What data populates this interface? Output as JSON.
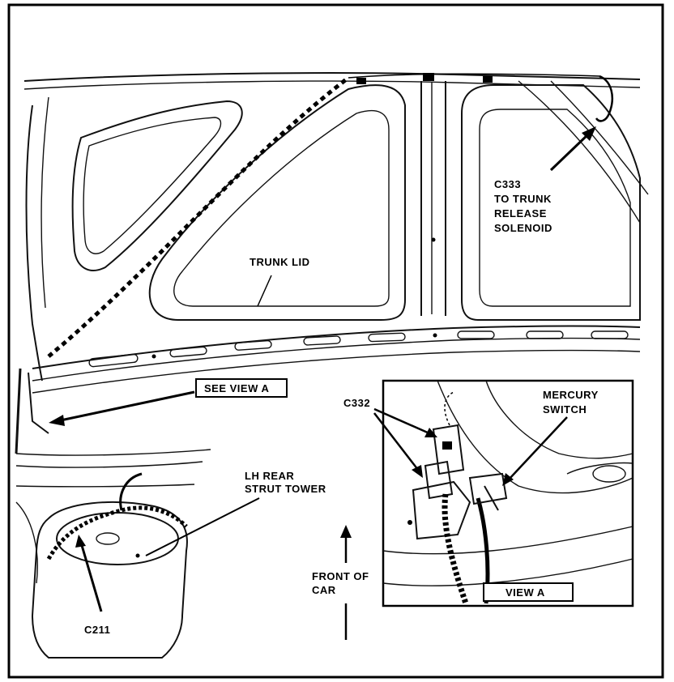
{
  "labels": {
    "c333": "C333",
    "to_trunk": "TO TRUNK",
    "release": "RELEASE",
    "solenoid": "SOLENOID",
    "trunk_lid": "TRUNK LID",
    "see_view_a": "SEE VIEW A",
    "c332": "C332",
    "mercury": "MERCURY",
    "switch": "SWITCH",
    "lh_rear": "LH REAR",
    "strut_tower": "STRUT TOWER",
    "front_of": "FRONT OF",
    "car": "CAR",
    "view_a": "VIEW A",
    "c211": "C211"
  }
}
